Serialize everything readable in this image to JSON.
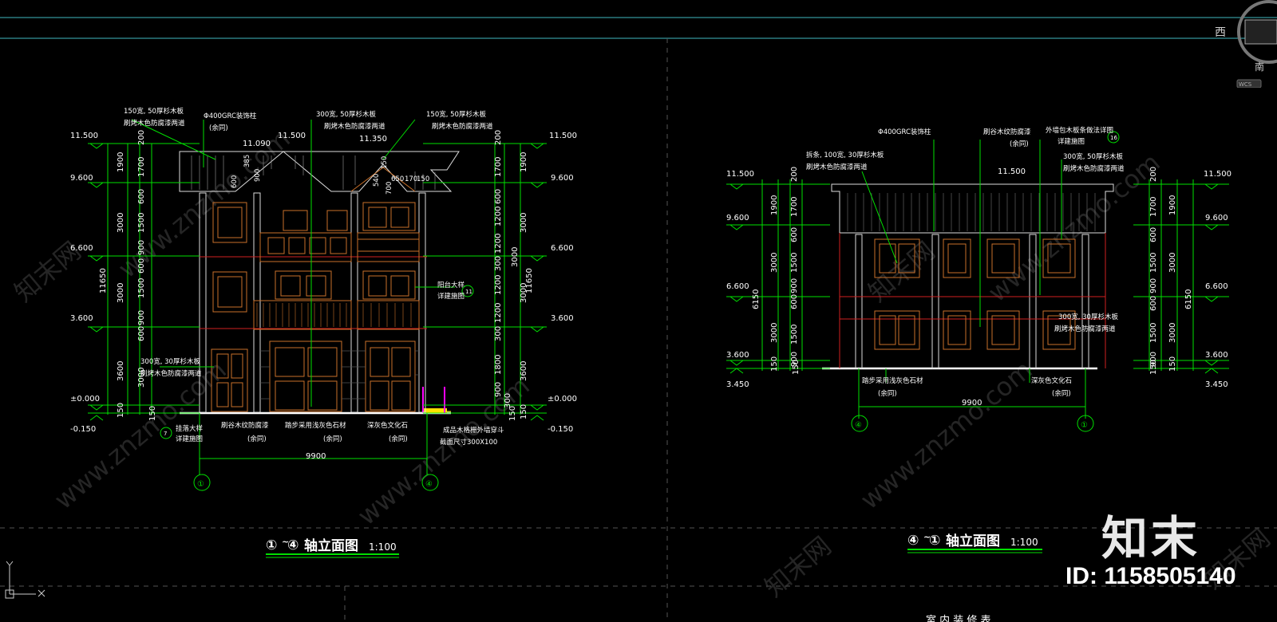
{
  "viewcube": {
    "west": "西",
    "south": "南",
    "wcs": "WCS"
  },
  "left_elevation": {
    "title_axis_a": "①",
    "title_axis_b": "④",
    "title_text": "轴立面图",
    "scale": "1:100",
    "levels_left": [
      "11.500",
      "9.600",
      "6.600",
      "3.600",
      "±0.000",
      "-0.150"
    ],
    "levels_right": [
      "11.500",
      "9.600",
      "6.600",
      "3.600",
      "±0.000",
      "-0.150"
    ],
    "roof_levels": [
      "11.500",
      "11.090",
      "11.350"
    ],
    "dims_left_outer": [
      "1900",
      "3000",
      "3000",
      "3600",
      "150"
    ],
    "dims_left_inner": [
      "200",
      "1700",
      "600",
      "1500",
      "900",
      "600",
      "1500",
      "900",
      "600",
      "3000",
      "150"
    ],
    "total_height": "11650",
    "dims_right_a": [
      "200",
      "1700",
      "600",
      "1200",
      "1200",
      "300",
      "1200",
      "1200",
      "300",
      "1800",
      "900",
      "300",
      "150"
    ],
    "dims_right_b": [
      "1900",
      "3000",
      "3000",
      "3600",
      "150"
    ],
    "small_dims": [
      "600",
      "385",
      "900",
      "540",
      "150",
      "170",
      "150",
      "650",
      "700"
    ],
    "span": "9900",
    "axis_left": "①",
    "axis_right": "④",
    "notes": {
      "n1_a": "150宽, 50厚杉木板",
      "n1_b": "刷烤木色防腐漆两道",
      "n2_a": "Φ400GRC装饰柱",
      "n2_b": "(余同)",
      "n3_a": "300宽, 50厚杉木板",
      "n3_b": "刷烤木色防腐漆两道",
      "n4_a": "150宽, 50厚杉木板",
      "n4_b": "刷烤木色防腐漆两道",
      "n5_a": "300宽, 30厚杉木板",
      "n5_b": "刷烤木色防腐漆两道",
      "n6_a": "阳台大样",
      "n6_b": "详建施图",
      "n6_c": "11",
      "n7_a": "挂落大样",
      "n7_b": "详建施图",
      "n7_c": "7",
      "n8_a": "刷谷木纹防腐漆",
      "n8_b": "(余同)",
      "n9_a": "踏步采用浅灰色石材",
      "n9_b": "(余同)",
      "n10_a": "深灰色文化石",
      "n10_b": "(余同)",
      "n11_a": "成品木格栅外墙穿斗",
      "n11_b": "截面尺寸300X100"
    }
  },
  "right_elevation": {
    "title_axis_a": "④",
    "title_axis_b": "①",
    "title_text": "轴立面图",
    "scale": "1:100",
    "levels_left": [
      "11.500",
      "9.600",
      "6.600",
      "3.600",
      "3.450"
    ],
    "levels_right": [
      "11.500",
      "9.600",
      "6.600",
      "3.600",
      "3.450"
    ],
    "roof_level": "11.500",
    "dims_left_outer": [
      "1900",
      "6150",
      "150"
    ],
    "dims_left_inner": [
      "200",
      "1700",
      "600",
      "3000",
      "900",
      "1500",
      "600",
      "3000",
      "1500",
      "900",
      "150"
    ],
    "dims_right_inner": [
      "200",
      "1700",
      "600",
      "1500",
      "900",
      "600",
      "1500",
      "900",
      "150"
    ],
    "dims_right_outer": [
      "1900",
      "3000",
      "6150",
      "3000",
      "150"
    ],
    "span": "9900",
    "axis_left": "④",
    "axis_right": "①",
    "notes": {
      "n1": "Φ400GRC装饰柱",
      "n2_a": "刷谷木纹防腐漆",
      "n2_b": "(余同)",
      "n3_a": "外墙包木板条做法详图",
      "n3_b": "详建施图",
      "n3_c": "16",
      "n4_a": "拆条, 100宽, 30厚杉木板",
      "n4_b": "刷烤木色防腐漆两道",
      "n5_a": "300宽, 50厚杉木板",
      "n5_b": "刷烤木色防腐漆两道",
      "n6_a": "300宽, 30厚杉木板",
      "n6_b": "刷烤木色防腐漆两道",
      "n7_a": "踏步采用浅灰色石材",
      "n7_b": "(余同)",
      "n8_a": "深灰色文化石",
      "n8_b": "(余同)"
    }
  },
  "bottom_partial_title": "室 内 装 修 表",
  "watermark": "www.znzmo.com",
  "watermark_cn": "知末网",
  "brand": {
    "logo": "知末",
    "id": "ID: 1158505140"
  }
}
